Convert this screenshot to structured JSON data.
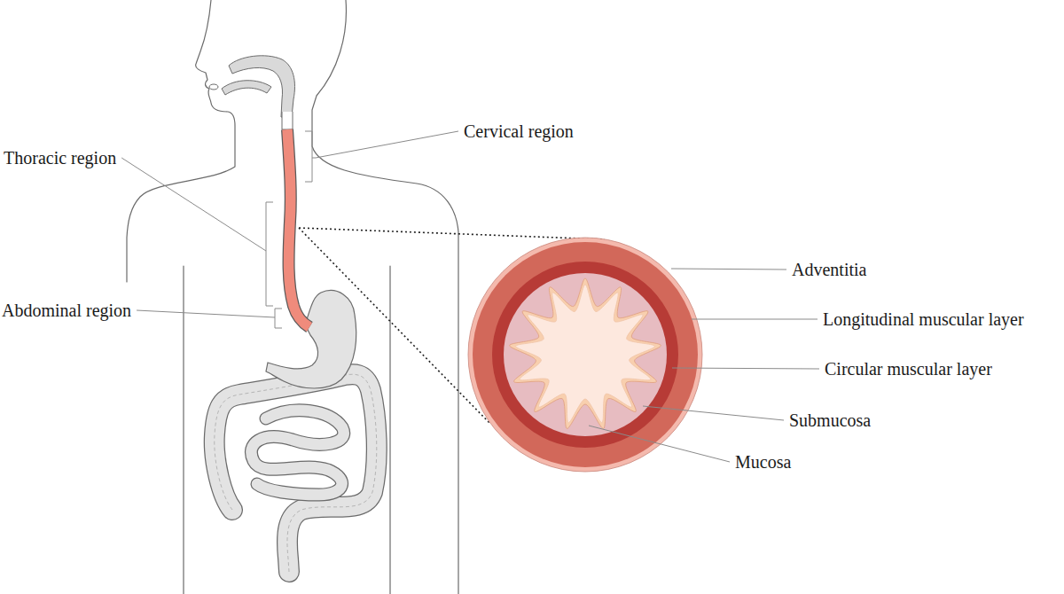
{
  "diagram": {
    "labels": [
      "Cervical region",
      "Thoracic region",
      "Abdominal region",
      "Adventitia",
      "Longitudinal muscular layer",
      "Circular muscular layer",
      "Submucosa",
      "Mucosa"
    ]
  }
}
